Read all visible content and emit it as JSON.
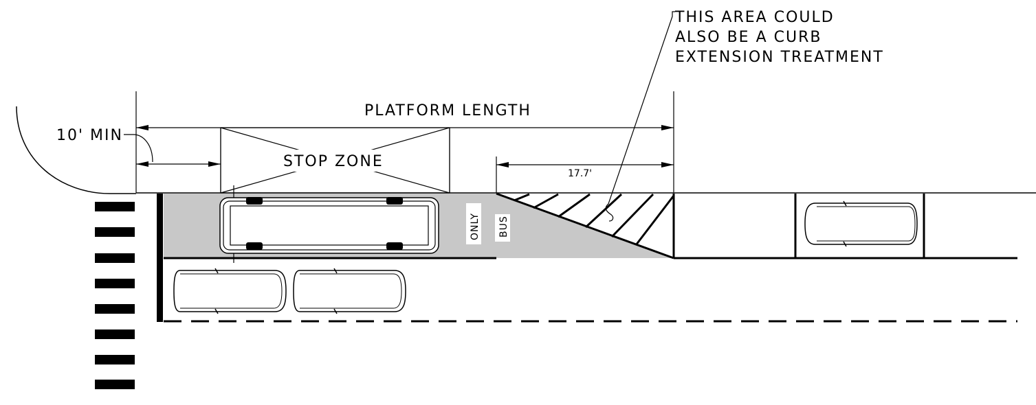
{
  "labels": {
    "platform_length": "PLATFORM LENGTH",
    "min_distance": "10' MIN",
    "stop_zone": "STOP ZONE",
    "taper_dimension": "17.7'",
    "callout_line1": "THIS AREA COULD",
    "callout_line2": "ALSO BE A CURB",
    "callout_line3": "EXTENSION TREATMENT",
    "pavement_marking_bus": "BUS",
    "pavement_marking_only": "ONLY"
  },
  "colors": {
    "ink": "#000000",
    "bus_lane_fill": "#c8c8c8",
    "background": "#ffffff"
  }
}
